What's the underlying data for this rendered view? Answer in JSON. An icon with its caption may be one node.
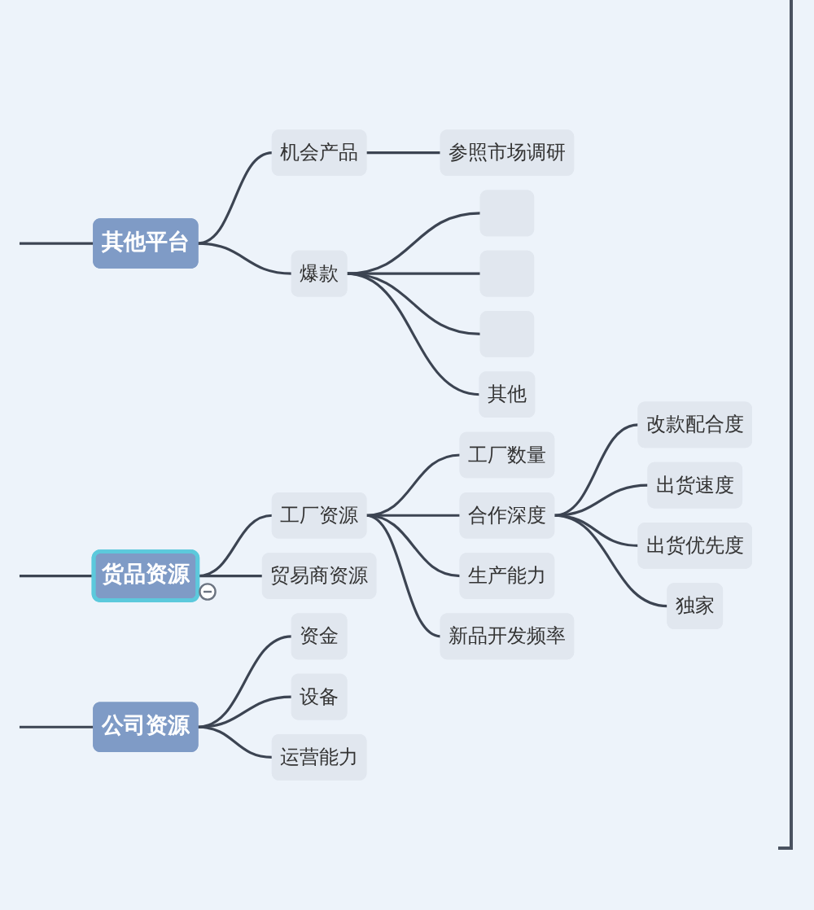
{
  "diagram": {
    "nodes": [
      {
        "text": [
          "其他平台"
        ]
      },
      {
        "text": [
          "机会产品"
        ]
      },
      {
        "text": [
          "参照市场调研"
        ]
      },
      {
        "text": [
          "爆款"
        ]
      },
      {
        "text": [],
        "shape": "box"
      },
      {
        "text": [],
        "shape": "box"
      },
      {
        "text": [],
        "shape": "box"
      },
      {
        "text": [
          "其他"
        ]
      },
      {
        "text": [
          "货品资源"
        ]
      },
      {
        "text": [
          "工厂资源"
        ]
      },
      {
        "text": [
          "工厂数量"
        ]
      },
      {
        "text": [
          "合作深度"
        ]
      },
      {
        "text": [
          "改款配合度"
        ]
      },
      {
        "text": [
          "出货速度"
        ]
      },
      {
        "text": [
          "出货优先度"
        ]
      },
      {
        "text": [
          "独家"
        ]
      },
      {
        "text": [
          "生产能力"
        ]
      },
      {
        "text": [
          "新品开发频率"
        ]
      },
      {
        "text": [
          "贸易商资源"
        ]
      },
      {
        "text": [
          "公司资源"
        ]
      },
      {
        "text": [
          "资金"
        ]
      },
      {
        "text": [
          "设备"
        ]
      },
      {
        "text": [
          "运营能力"
        ]
      }
    ],
    "edges": [
      {
        "from": null,
        "to": 0,
        "arrow": "none"
      },
      {
        "from": 0,
        "to": 1,
        "arrow": "none"
      },
      {
        "from": 1,
        "to": 2,
        "arrow": "none"
      },
      {
        "from": 0,
        "to": 3,
        "arrow": "none"
      },
      {
        "from": 3,
        "to": 4,
        "arrow": "none"
      },
      {
        "from": 3,
        "to": 5,
        "arrow": "none"
      },
      {
        "from": 3,
        "to": 6,
        "arrow": "none"
      },
      {
        "from": 3,
        "to": 7,
        "arrow": "none"
      },
      {
        "from": null,
        "to": 8,
        "arrow": "none"
      },
      {
        "from": 8,
        "to": 9,
        "arrow": "none"
      },
      {
        "from": 9,
        "to": 10,
        "arrow": "none"
      },
      {
        "from": 9,
        "to": 11,
        "arrow": "none"
      },
      {
        "from": 11,
        "to": 12,
        "arrow": "none"
      },
      {
        "from": 11,
        "to": 13,
        "arrow": "none"
      },
      {
        "from": 11,
        "to": 14,
        "arrow": "none"
      },
      {
        "from": 11,
        "to": 15,
        "arrow": "none"
      },
      {
        "from": 9,
        "to": 16,
        "arrow": "none"
      },
      {
        "from": 9,
        "to": 17,
        "arrow": "none"
      },
      {
        "from": 8,
        "to": 18,
        "arrow": "none"
      },
      {
        "from": null,
        "to": 19,
        "arrow": "none"
      },
      {
        "from": 19,
        "to": 20,
        "arrow": "none"
      },
      {
        "from": 19,
        "to": 21,
        "arrow": "none"
      },
      {
        "from": 19,
        "to": 22,
        "arrow": "none"
      }
    ]
  }
}
